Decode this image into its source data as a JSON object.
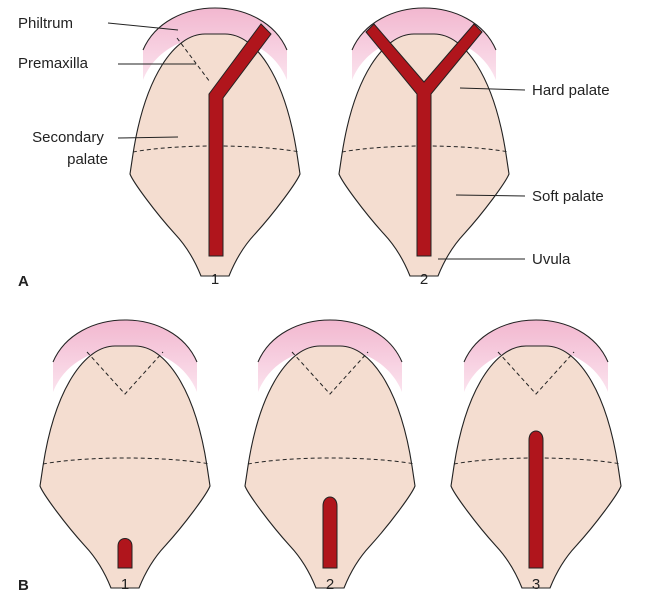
{
  "colors": {
    "palate_fill": "#f4ddd0",
    "lip_fill": "#f6c9dc",
    "cleft_fill": "#b0151c",
    "outline": "#222222"
  },
  "labels": {
    "philtrum": "Philtrum",
    "premaxilla": "Premaxilla",
    "secondary_palate": "Secondary\npalate",
    "hard_palate": "Hard palate",
    "soft_palate": "Soft palate",
    "uvula": "Uvula"
  },
  "panels": {
    "A": {
      "letter": "A",
      "numbers": [
        "1",
        "2"
      ]
    },
    "B": {
      "letter": "B",
      "numbers": [
        "1",
        "2",
        "3"
      ]
    }
  }
}
